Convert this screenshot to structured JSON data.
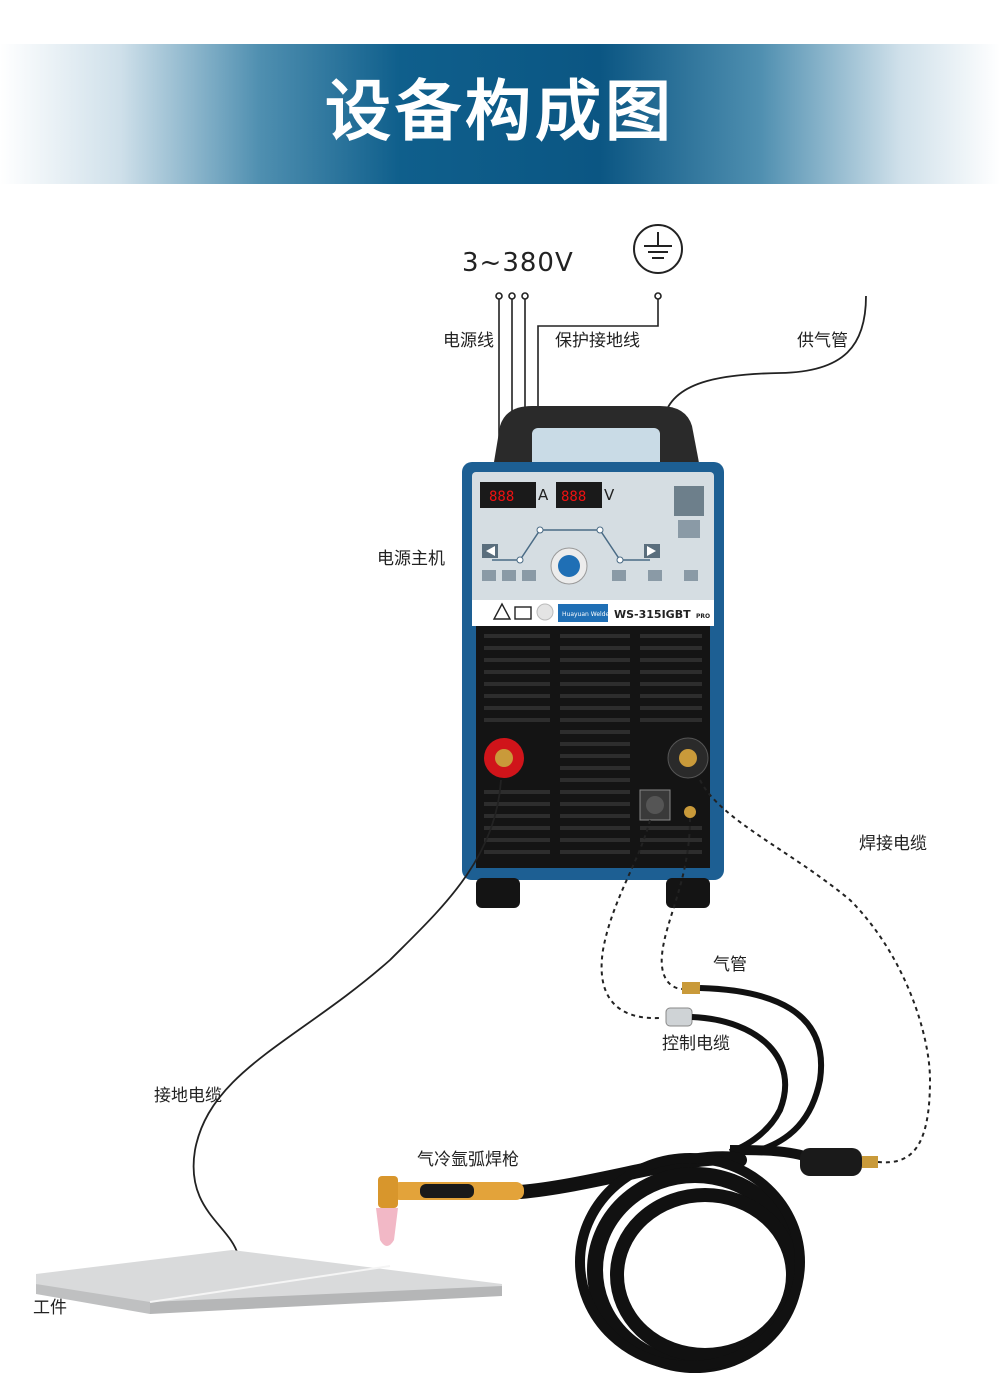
{
  "title": "设备构成图",
  "power_input": {
    "voltage": "3~380V"
  },
  "labels": {
    "power_cord": "电源线",
    "ground_wire": "保护接地线",
    "gas_supply": "供气管",
    "power_unit": "电源主机",
    "welding_cable": "焊接电缆",
    "gas_hose": "气管",
    "control_cable": "控制电缆",
    "ground_cable": "接地电缆",
    "torch": "气冷氩弧焊枪",
    "workpiece": "工件"
  },
  "machine": {
    "model": "WS-315IGBT",
    "model_suffix": "PRO",
    "brand": "Huayuan Welder",
    "panel_unit_a": "A",
    "panel_unit_v": "V"
  },
  "colors": {
    "banner": "#0b5683",
    "body": "#1d5f93",
    "grille": "#111111",
    "red_terminal": "#d0141a"
  },
  "icons": [
    "ground-symbol-icon",
    "warning-icon",
    "manual-icon"
  ]
}
